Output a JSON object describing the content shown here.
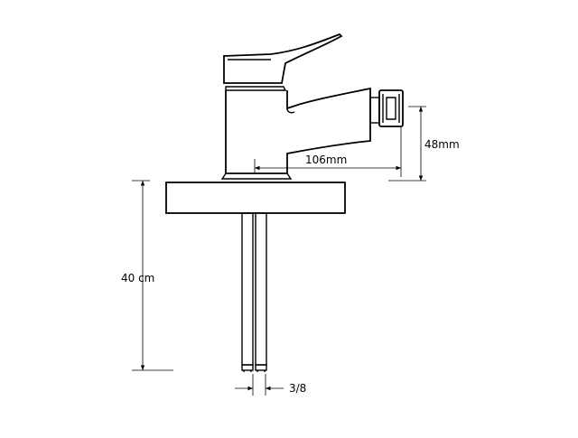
{
  "drawing": {
    "subject": "bidet-mixer-faucet",
    "line_color": "#000000",
    "background": "#ffffff"
  },
  "dimensions": {
    "spout_reach": "106mm",
    "spout_height": "48mm",
    "hose_length": "40 cm",
    "thread_size": "3/8"
  }
}
